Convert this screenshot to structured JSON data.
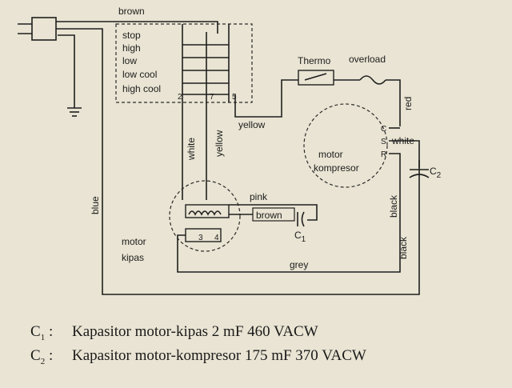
{
  "diagram": {
    "wire_colors": {
      "brown_top": "brown",
      "yellow_mid": "yellow",
      "white_left": "white",
      "yellow_left": "yellow",
      "blue": "blue",
      "pink": "pink",
      "brown_fan": "brown",
      "grey": "grey",
      "red": "red",
      "white_comp": "white",
      "black_upper": "black",
      "black_lower": "black"
    },
    "switch_positions": [
      "stop",
      "high",
      "low",
      "low cool",
      "high cool"
    ],
    "switch_terminals": [
      "2",
      "7",
      "5"
    ],
    "thermo": "Thermo",
    "overload": "overload",
    "compressor": {
      "line1": "motor",
      "line2": "kompresor",
      "c": "C",
      "s": "S",
      "r": "R"
    },
    "fan_motor": {
      "line1": "motor",
      "line2": "kipas",
      "t3": "3",
      "t4": "4"
    },
    "cap1": {
      "label": "C",
      "sub": "1"
    },
    "cap2": {
      "label": "C",
      "sub": "2"
    }
  },
  "legend": [
    {
      "symbol": "C",
      "sub": "1",
      "text": "Kapasitor motor-kipas 2 mF 460 VACW"
    },
    {
      "symbol": "C",
      "sub": "2",
      "text": "Kapasitor motor-kompresor 175 mF 370 VACW"
    }
  ]
}
